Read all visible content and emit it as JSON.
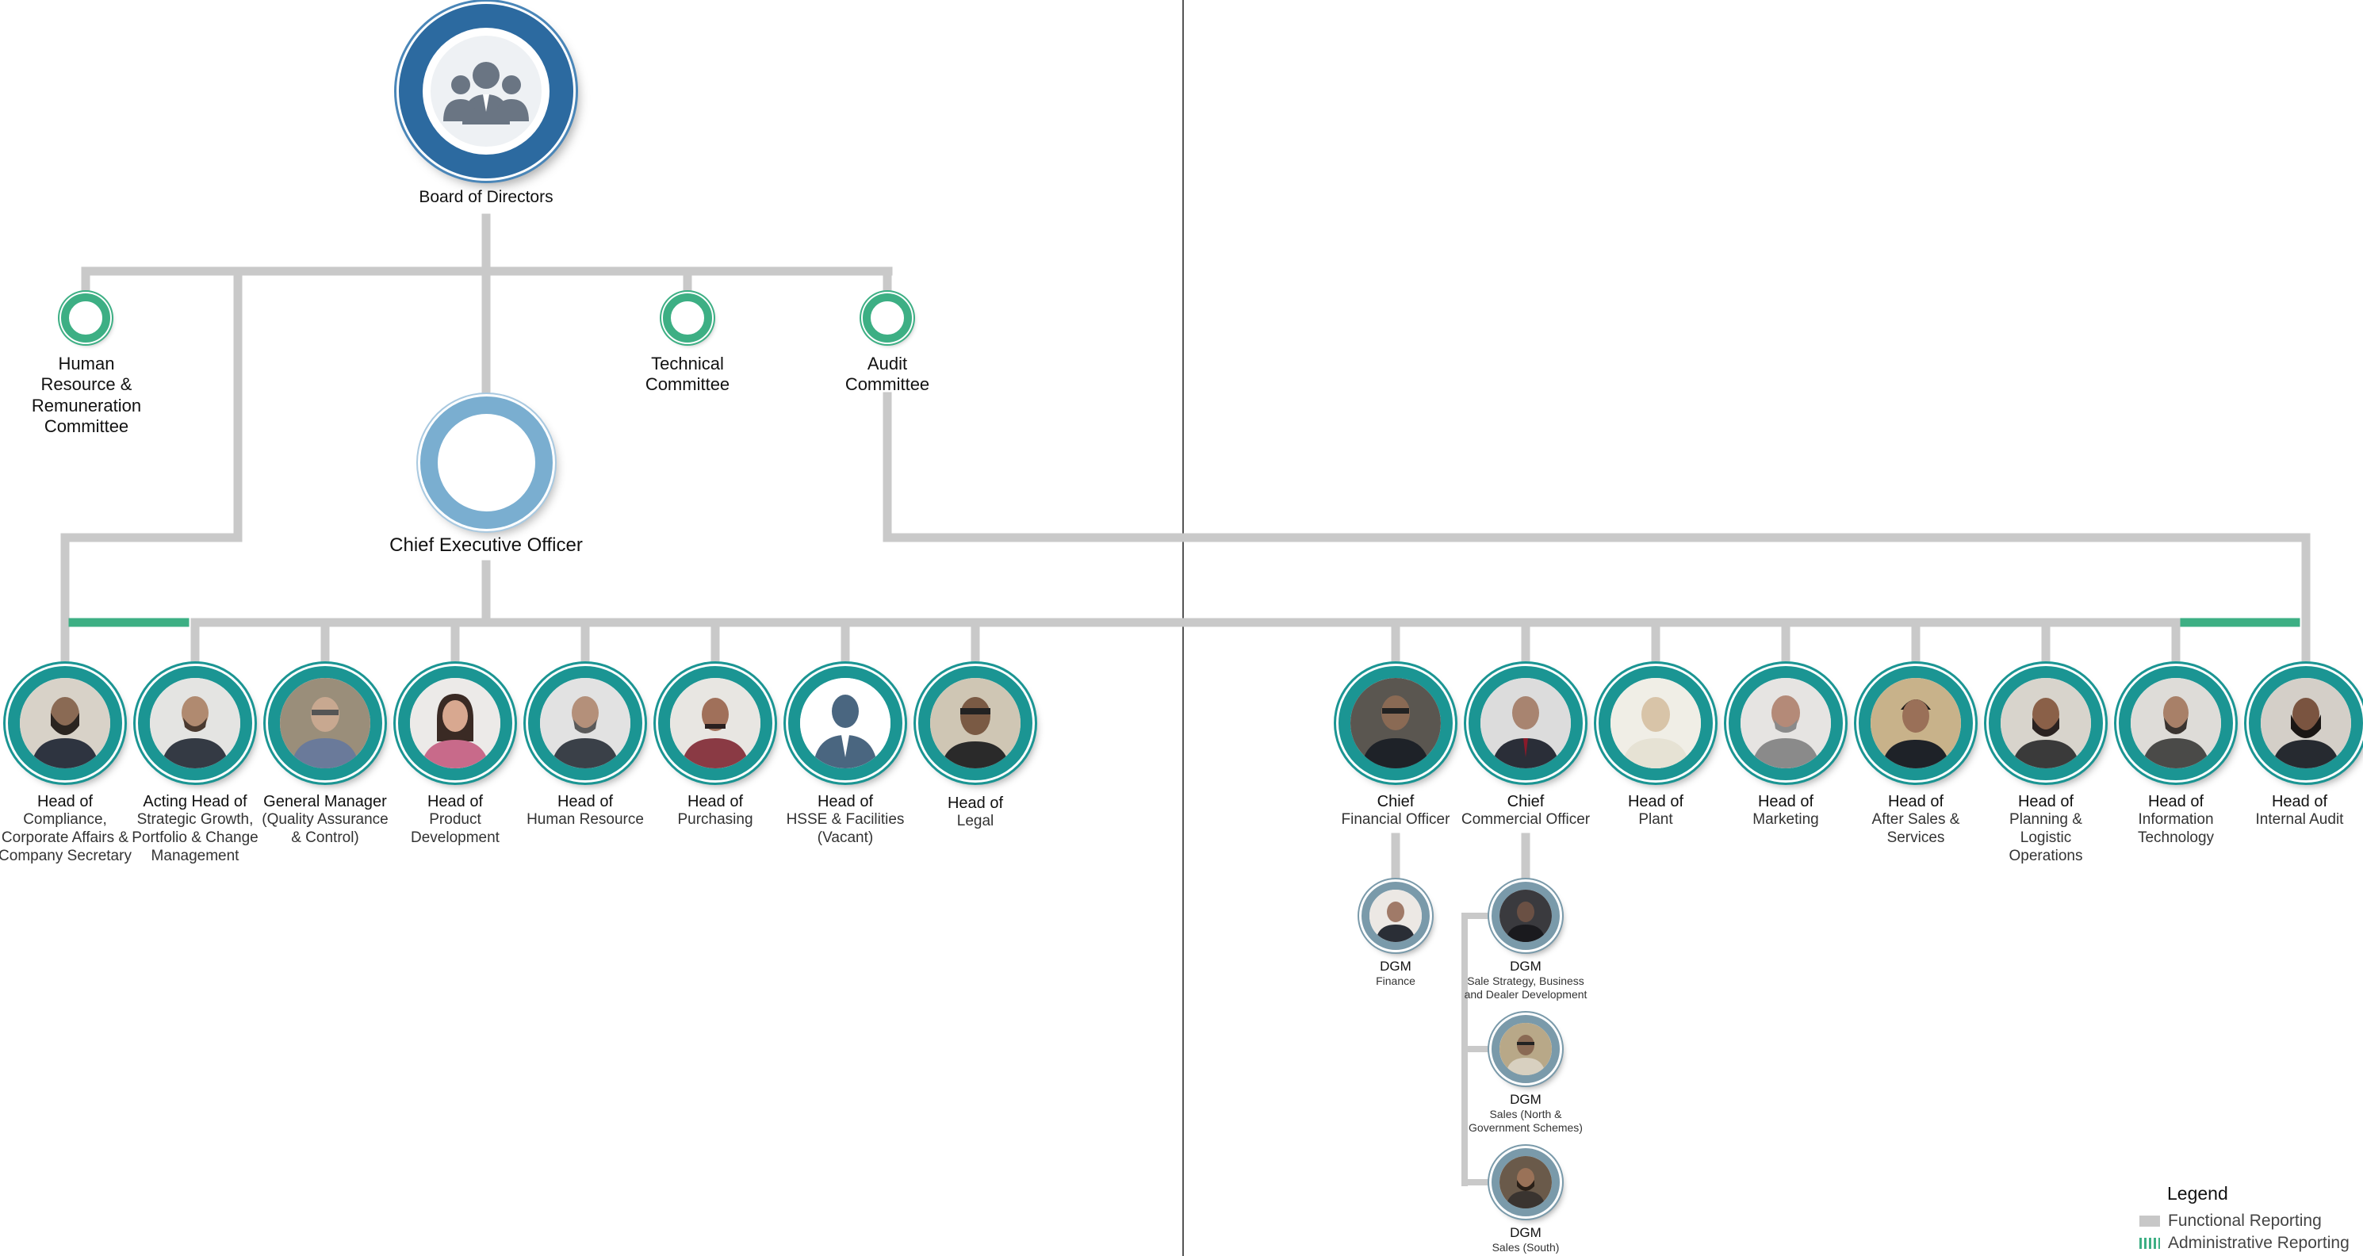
{
  "board": {
    "label": "Board of Directors",
    "icon": "group-people-icon"
  },
  "ceo": {
    "label": "Chief Executive Officer"
  },
  "committees": [
    {
      "id": "hr-committee",
      "label": [
        "Human",
        "Resource &",
        "Remuneration",
        "Committee"
      ]
    },
    {
      "id": "technical-committee",
      "label": [
        "Technical",
        "Committee"
      ]
    },
    {
      "id": "audit-committee",
      "label": [
        "Audit",
        "Committee"
      ]
    }
  ],
  "heads_left": [
    {
      "id": "head-compliance",
      "title": "Head of",
      "sub": [
        "Compliance,",
        "Corporate Affairs &",
        "Company Secretary"
      ]
    },
    {
      "id": "acting-head-strategic-growth",
      "title": "Acting Head of",
      "sub": [
        "Strategic Growth,",
        "Portfolio & Change",
        "Management"
      ]
    },
    {
      "id": "gm-quality",
      "title": "General Manager",
      "sub": [
        "(Quality Assurance",
        "& Control)"
      ]
    },
    {
      "id": "head-product-development",
      "title": "Head of",
      "sub": [
        "Product",
        "Development"
      ]
    },
    {
      "id": "head-human-resource",
      "title": "Head of",
      "sub": [
        "Human Resource"
      ]
    },
    {
      "id": "head-purchasing",
      "title": "Head of",
      "sub": [
        "Purchasing"
      ]
    },
    {
      "id": "head-hsse",
      "title": "Head of",
      "sub": [
        "HSSE & Facilities",
        "(Vacant)"
      ]
    },
    {
      "id": "head-legal",
      "title": "Head of",
      "sub": [
        "Legal"
      ]
    }
  ],
  "heads_right": [
    {
      "id": "cfo",
      "title": "Chief",
      "sub": [
        "Financial Officer"
      ]
    },
    {
      "id": "cco",
      "title": "Chief",
      "sub": [
        "Commercial Officer"
      ]
    },
    {
      "id": "head-plant",
      "title": "Head of",
      "sub": [
        "Plant"
      ]
    },
    {
      "id": "head-marketing",
      "title": "Head of",
      "sub": [
        "Marketing"
      ]
    },
    {
      "id": "head-after-sales",
      "title": "Head of",
      "sub": [
        "After Sales &",
        "Services"
      ]
    },
    {
      "id": "head-planning",
      "title": "Head of",
      "sub": [
        "Planning &",
        "Logistic",
        "Operations"
      ]
    },
    {
      "id": "head-it",
      "title": "Head of",
      "sub": [
        "Information",
        "Technology"
      ]
    },
    {
      "id": "head-internal-audit",
      "title": "Head of",
      "sub": [
        "Internal Audit"
      ]
    }
  ],
  "dgms": [
    {
      "id": "dgm-finance",
      "title": "DGM",
      "sub": [
        "Finance"
      ]
    },
    {
      "id": "dgm-sale-strategy",
      "title": "DGM",
      "sub": [
        "Sale Strategy, Business",
        "and Dealer Development"
      ]
    },
    {
      "id": "dgm-sales-north",
      "title": "DGM",
      "sub": [
        "Sales (North &",
        "Government Schemes)"
      ]
    },
    {
      "id": "dgm-sales-south",
      "title": "DGM",
      "sub": [
        "Sales (South)"
      ]
    }
  ],
  "legend": {
    "title": "Legend",
    "items": [
      {
        "label": "Functional Reporting",
        "color": "#c7c7c7"
      },
      {
        "label": "Administrative Reporting",
        "color": "#3daf84"
      }
    ]
  },
  "colors": {
    "teal": "#1b9593",
    "board_blue": "#2c6aa0",
    "ceo_blue": "#7aaed0",
    "green": "#3daf84",
    "line_grey": "#c9c9c9",
    "divider": "#555555"
  }
}
